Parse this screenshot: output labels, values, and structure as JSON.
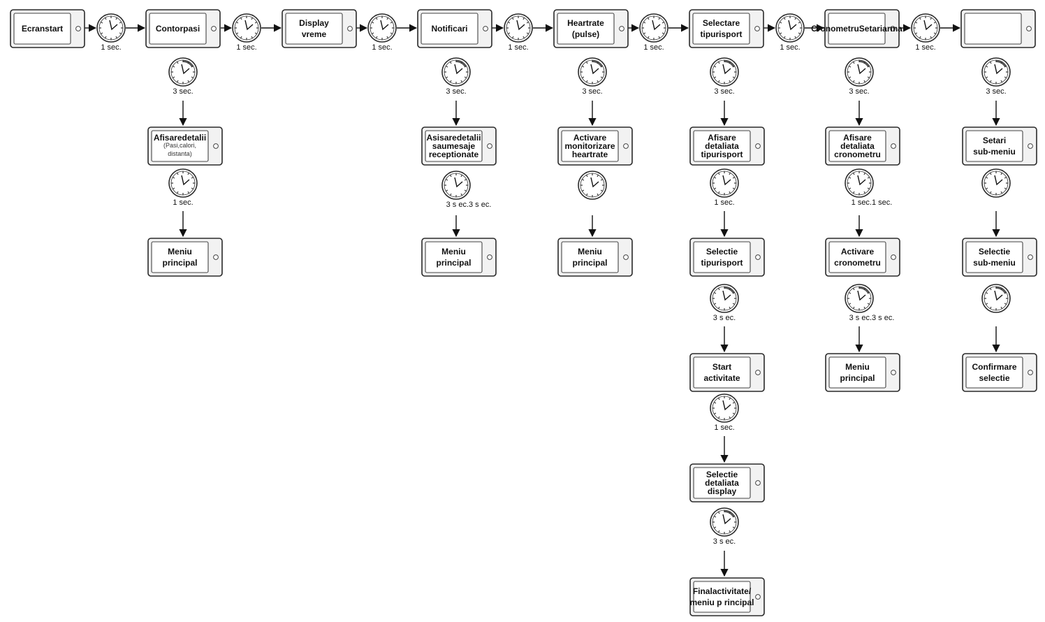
{
  "nodes": {
    "ecranstart": [
      "Ecranstart"
    ],
    "contorpasi": [
      "Contorpasi"
    ],
    "display": [
      "Display",
      "vreme"
    ],
    "notificari": [
      "Notificari"
    ],
    "heartrate": [
      "Heartrate",
      "(pulse)"
    ],
    "selectare_tip": [
      "Selectare",
      "tipurisport"
    ],
    "cronometru": [
      "CronometruSetariarma"
    ],
    "blank": [],
    "afisare_detalii": [
      "Afisaredetalii"
    ],
    "afisare_detalii_sub": [
      "(Pasi,calori,",
      "distanta)"
    ],
    "meniu_1": [
      "Meniu",
      "principal"
    ],
    "asisare": [
      "Asisaredetalii",
      "saumesaje",
      "receptionate"
    ],
    "meniu_2": [
      "Meniu",
      "principal"
    ],
    "activare_monitor": [
      "Activare",
      "monitorizare",
      "heartrate"
    ],
    "meniu_3": [
      "Meniu",
      "principal"
    ],
    "afisare_detaliata_tip": [
      "Afisare",
      "detaliata",
      "tipurisport"
    ],
    "selectie_tip": [
      "Selectie",
      "tipurisport"
    ],
    "start_activitate": [
      "Start",
      "activitate"
    ],
    "selectie_display": [
      "Selectie",
      "detaliata",
      "display"
    ],
    "final_activitate": [
      "Finalactivitate/",
      "meniu p rincipal"
    ],
    "afisare_crono": [
      "Afisare",
      "detaliata",
      "cronometru"
    ],
    "activare_crono": [
      "Activare",
      "cronometru"
    ],
    "meniu_4": [
      "Meniu",
      "principal"
    ],
    "setari_sub": [
      "Setari",
      "sub-meniu"
    ],
    "selectie_sub": [
      "Selectie",
      "sub-meniu"
    ],
    "confirmare": [
      "Confirmare",
      "selectie"
    ]
  },
  "timers": {
    "t1": "1 sec.",
    "t2": "1 sec.",
    "t3": "1 sec.",
    "t4": "1 sec.",
    "t5": "1 sec.",
    "t6": "1 sec.",
    "t7": "1 sec.",
    "c1_a": "3 sec.",
    "c1_b": "1 sec.",
    "c3_a": "3 sec.",
    "c3_b": "3 s ec.3 s ec.",
    "c4_a": "3 sec.",
    "c4_b": "",
    "c5_a": "3 sec.",
    "c5_b": "1 sec.",
    "c5_c": "3 s ec.",
    "c5_d": "1 sec.",
    "c5_e": "3 s ec.",
    "c6_a": "3 sec.",
    "c6_b": "1 sec.1 sec.",
    "c6_c": "3 s ec.3 s ec.",
    "c7_a": "3 sec.",
    "c7_b": "",
    "c7_c": ""
  }
}
